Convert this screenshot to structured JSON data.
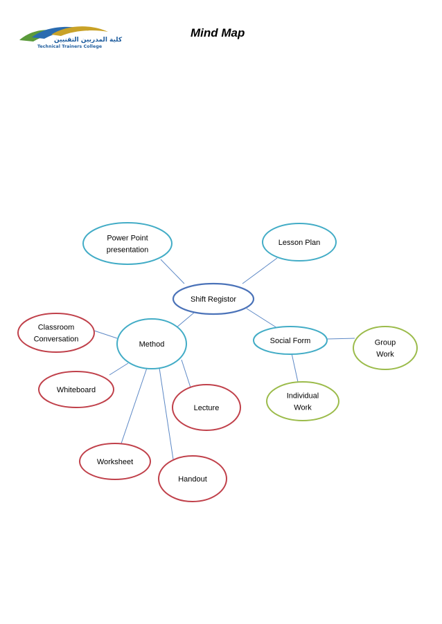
{
  "header": {
    "title": "Mind Map",
    "logo": {
      "arabic_text": "كلية المدربين التقنيين",
      "english_text": "Technical Trainers College"
    }
  },
  "diagram": {
    "colors": {
      "connector": "#5b87c5",
      "center_border": "#4a72b8",
      "blue_border": "#42acc6",
      "red_border": "#c0404a",
      "green_border": "#9bbb4a"
    },
    "nodes": [
      {
        "id": "shift-registor",
        "lines": [
          "Shift Registor"
        ],
        "color": "center"
      },
      {
        "id": "power-point",
        "lines": [
          "Power Point",
          "presentation"
        ],
        "color": "blue"
      },
      {
        "id": "lesson-plan",
        "lines": [
          "Lesson Plan"
        ],
        "color": "blue"
      },
      {
        "id": "method",
        "lines": [
          "Method"
        ],
        "color": "blue"
      },
      {
        "id": "social-form",
        "lines": [
          "Social Form"
        ],
        "color": "blue"
      },
      {
        "id": "classroom-conversation",
        "lines": [
          "Classroom",
          "Conversation"
        ],
        "color": "red"
      },
      {
        "id": "whiteboard",
        "lines": [
          "Whiteboard"
        ],
        "color": "red"
      },
      {
        "id": "lecture",
        "lines": [
          "Lecture"
        ],
        "color": "red"
      },
      {
        "id": "worksheet",
        "lines": [
          "Worksheet"
        ],
        "color": "red"
      },
      {
        "id": "handout",
        "lines": [
          "Handout"
        ],
        "color": "red"
      },
      {
        "id": "group-work",
        "lines": [
          "Group",
          "Work"
        ],
        "color": "green"
      },
      {
        "id": "individual-work",
        "lines": [
          "Individual",
          "Work"
        ],
        "color": "green"
      }
    ],
    "edges": [
      [
        "shift-registor",
        "power-point"
      ],
      [
        "shift-registor",
        "lesson-plan"
      ],
      [
        "shift-registor",
        "method"
      ],
      [
        "shift-registor",
        "social-form"
      ],
      [
        "method",
        "classroom-conversation"
      ],
      [
        "method",
        "whiteboard"
      ],
      [
        "method",
        "lecture"
      ],
      [
        "method",
        "worksheet"
      ],
      [
        "method",
        "handout"
      ],
      [
        "social-form",
        "group-work"
      ],
      [
        "social-form",
        "individual-work"
      ]
    ]
  }
}
